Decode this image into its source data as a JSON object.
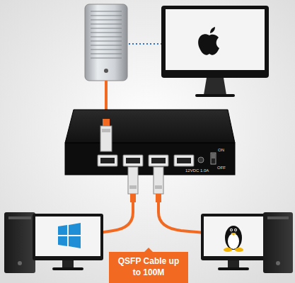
{
  "diagram": {
    "nodes": [
      {
        "text": [
          "QSFP Cable up to 100M"
        ]
      }
    ],
    "labels": [
      "ON",
      "OFF",
      "12VDC 1.0A"
    ]
  }
}
